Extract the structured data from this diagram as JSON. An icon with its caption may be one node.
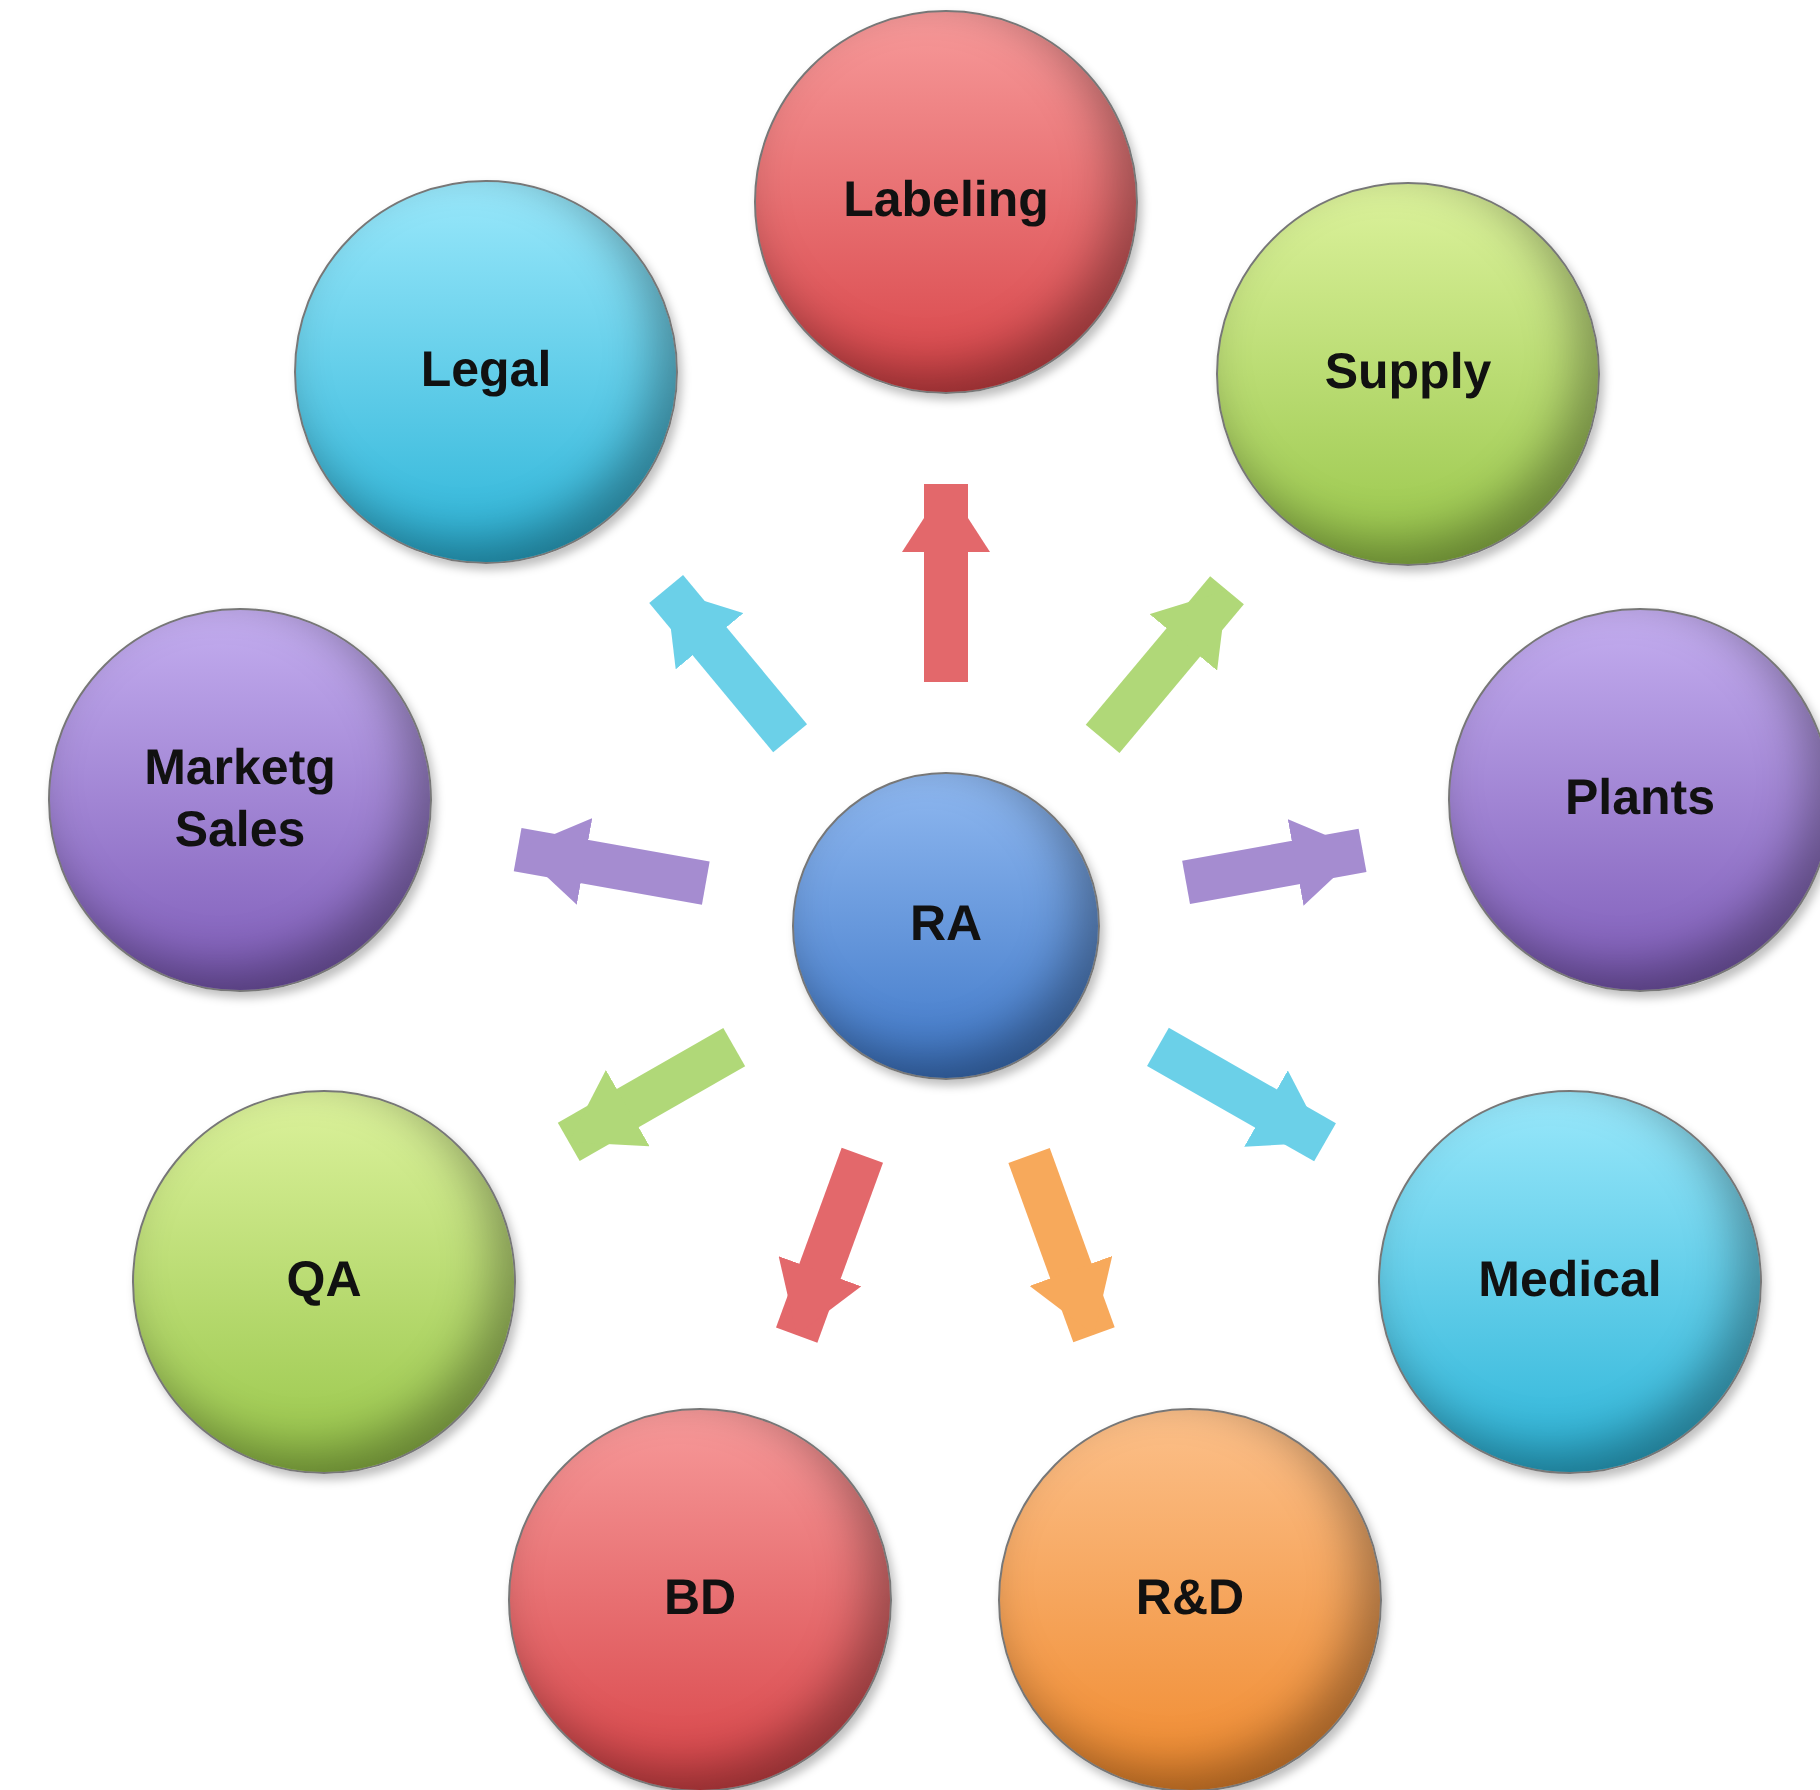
{
  "diagram": {
    "nodes": [
      {
        "text": [
          "RA"
        ]
      },
      {
        "text": [
          "Labeling"
        ]
      },
      {
        "text": [
          "Supply"
        ]
      },
      {
        "text": [
          "Plants"
        ]
      },
      {
        "text": [
          "Medical"
        ]
      },
      {
        "text": [
          "R&D"
        ]
      },
      {
        "text": [
          "BD"
        ]
      },
      {
        "text": [
          "QA"
        ]
      },
      {
        "text": [
          "Marketg Sales"
        ]
      },
      {
        "text": [
          "Legal"
        ]
      }
    ],
    "edges": [
      {
        "from": 0,
        "to": 1,
        "arrow": "to",
        "color": "#e0585c"
      },
      {
        "from": 0,
        "to": 2,
        "arrow": "to",
        "color": "#a8d46a"
      },
      {
        "from": 0,
        "to": 3,
        "arrow": "to",
        "color": "#9c80cc"
      },
      {
        "from": 0,
        "to": 4,
        "arrow": "to",
        "color": "#5ccbe6"
      },
      {
        "from": 0,
        "to": 5,
        "arrow": "to",
        "color": "#f7a04a"
      },
      {
        "from": 0,
        "to": 6,
        "arrow": "to",
        "color": "#e0585c"
      },
      {
        "from": 0,
        "to": 7,
        "arrow": "to",
        "color": "#a8d46a"
      },
      {
        "from": 0,
        "to": 8,
        "arrow": "to",
        "color": "#9c80cc"
      },
      {
        "from": 0,
        "to": 9,
        "arrow": "to",
        "color": "#5ccbe6"
      }
    ]
  }
}
